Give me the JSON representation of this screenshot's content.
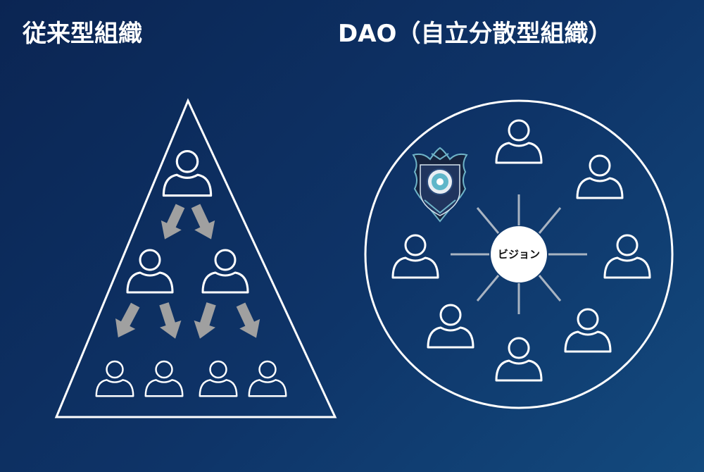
{
  "titles": {
    "traditional": "従来型組織",
    "dao": "DAO（自立分散型組織）"
  },
  "dao": {
    "center_label": "ビジョン"
  },
  "icons": {
    "person": "person-icon",
    "arrow": "arrow-down-icon",
    "emblem": "club-emblem-icon"
  },
  "colors": {
    "background_start": "#0b2553",
    "background_end": "#134a7e",
    "line": "#ffffff",
    "arrow": "#a0a0a0",
    "spoke": "#a9b4c2",
    "center_fill": "#ffffff"
  }
}
